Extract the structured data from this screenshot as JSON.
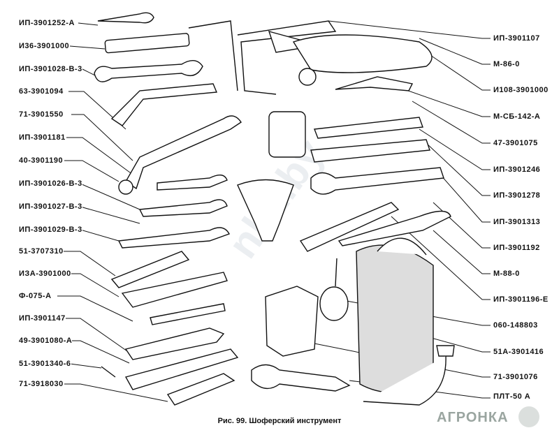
{
  "left_labels": [
    "ИП-3901252-А",
    "И36-3901000",
    "ИП-3901028-В-3",
    "63-3901094",
    "71-3901550",
    "ИП-3901181",
    "40-3901190",
    "ИП-3901026-В-3",
    "ИП-3901027-В-3",
    "ИП-3901029-В-3",
    "51-3707310",
    "ИЗА-3901000",
    "Ф-075-А",
    "ИП-3901147",
    "49-3901080-А",
    "51-3901340-6",
    "71-3918030"
  ],
  "right_labels": [
    "ИП-3901107",
    "М-86-0",
    "И108-3901000",
    "М-СБ-142-А",
    "47-3901075",
    "ИП-3901246",
    "ИП-3901278",
    "ИП-3901313",
    "ИП-3901192",
    "М-88-0",
    "ИП-3901196-Е",
    "060-148803",
    "51А-3901416",
    "71-3901076",
    "ПЛТ-50 А"
  ],
  "caption": "Рис. 99. Шоферский инструмент",
  "watermarks": {
    "logo": "АГРОНКА",
    "site": "nk2.by"
  }
}
